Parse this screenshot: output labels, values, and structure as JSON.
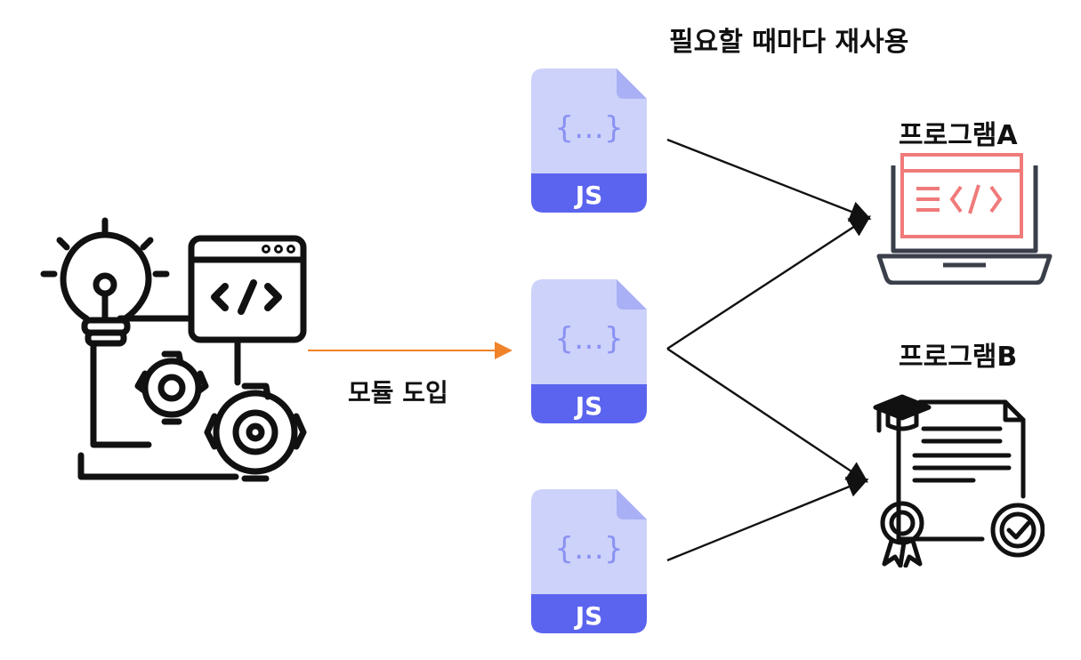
{
  "diagram": {
    "title": "필요할 때마다 재사용",
    "edge_label": "모듈 도입",
    "program_a": "프로그램A",
    "program_b": "프로그램B",
    "file_badge": "JS",
    "file_brace": "{…}"
  },
  "colors": {
    "file_body": "#cdd2fb",
    "file_fold": "#a9b0f5",
    "file_band": "#5b64ee",
    "file_brace": "#8a92f2",
    "arrow_orange": "#f0832a",
    "laptop_code": "#f07a7a",
    "ink": "#111111"
  },
  "icons": {
    "source": "developer-idea-gear-icon",
    "program_a": "laptop-code-icon",
    "program_b": "certificate-icon"
  }
}
